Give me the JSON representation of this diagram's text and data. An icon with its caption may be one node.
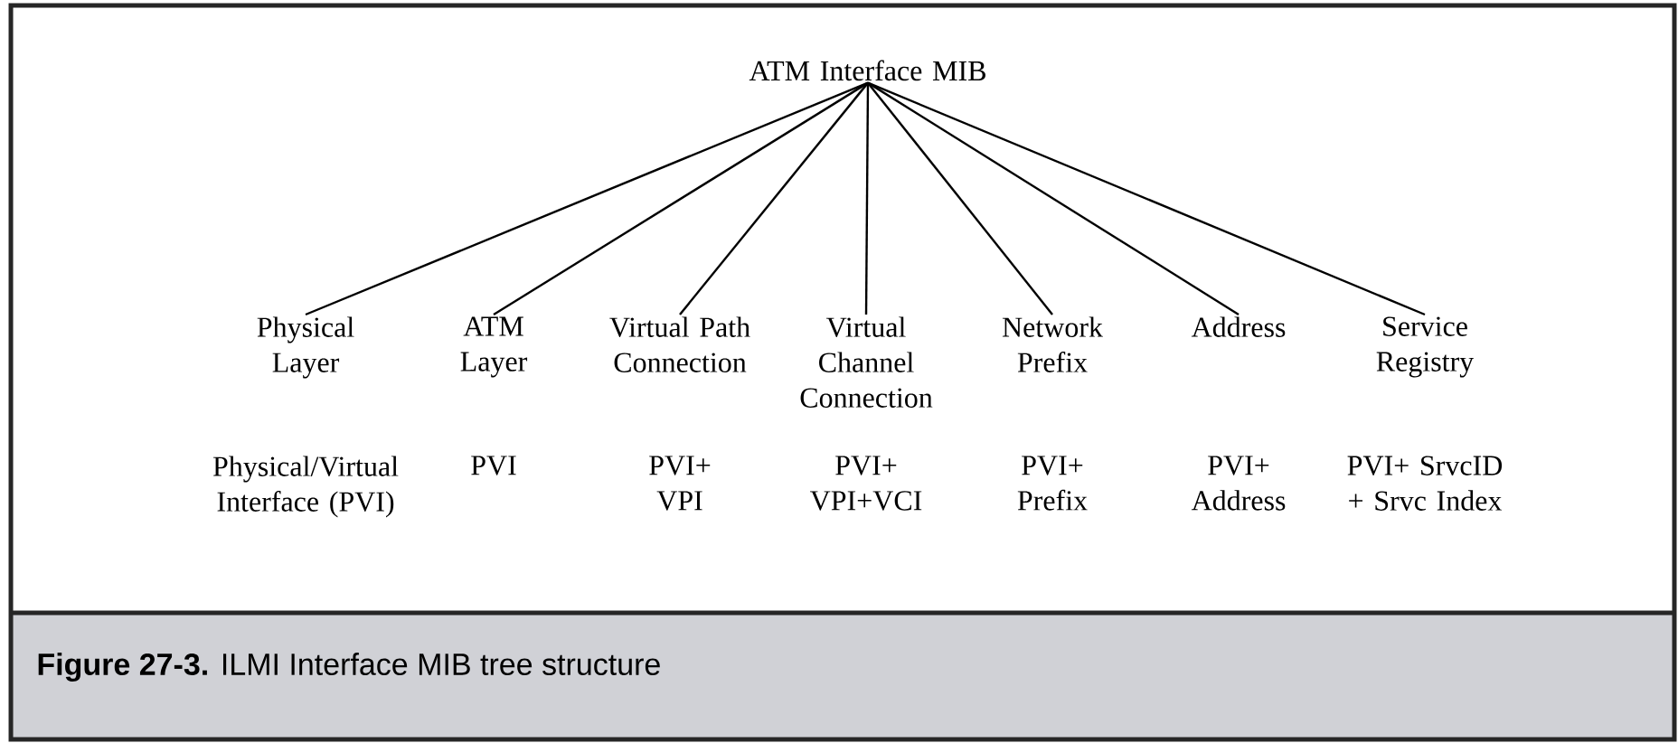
{
  "diagram": {
    "caption": "**Figure 27-3.** ILMI Interface MIB tree structure",
    "nodes": [
      {
        "text": [
          "ATM Interface MIB"
        ]
      },
      {
        "text": [
          "Physical Layer"
        ],
        "beside": [
          "Physical/Virtual Interface (PVI)"
        ]
      },
      {
        "text": [
          "ATM Layer"
        ],
        "beside": [
          "PVI"
        ]
      },
      {
        "text": [
          "Virtual Path Connection"
        ],
        "beside": [
          "PVI+ VPI"
        ]
      },
      {
        "text": [
          "Virtual Channel Connection"
        ],
        "beside": [
          "PVI+ VPI+VCI"
        ]
      },
      {
        "text": [
          "Network Prefix"
        ],
        "beside": [
          "PVI+ Prefix"
        ]
      },
      {
        "text": [
          "Address"
        ],
        "beside": [
          "PVI+ Address"
        ]
      },
      {
        "text": [
          "Service Registry"
        ],
        "beside": [
          "PVI+ SrvcID + Srvc Index"
        ]
      }
    ],
    "edges": [
      {
        "from": 0,
        "to": 1,
        "arrow": "none"
      },
      {
        "from": 0,
        "to": 2,
        "arrow": "none"
      },
      {
        "from": 0,
        "to": 3,
        "arrow": "none"
      },
      {
        "from": 0,
        "to": 4,
        "arrow": "none"
      },
      {
        "from": 0,
        "to": 5,
        "arrow": "none"
      },
      {
        "from": 0,
        "to": 6,
        "arrow": "none"
      },
      {
        "from": 0,
        "to": 7,
        "arrow": "none"
      }
    ]
  }
}
